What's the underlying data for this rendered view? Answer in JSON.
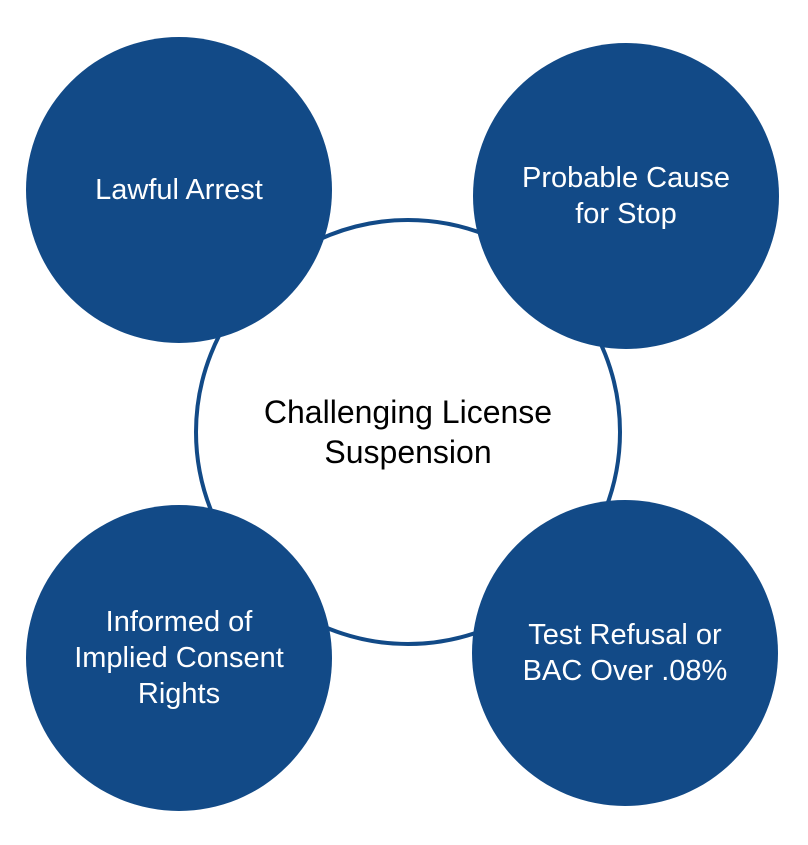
{
  "diagram": {
    "center": {
      "label": "Challenging License\nSuspension"
    },
    "nodes": [
      {
        "id": "top-left",
        "label": "Lawful Arrest"
      },
      {
        "id": "top-right",
        "label": "Probable Cause\nfor Stop"
      },
      {
        "id": "bottom-left",
        "label": "Informed of\nImplied Consent\nRights"
      },
      {
        "id": "bottom-right",
        "label": "Test Refusal or\nBAC Over .08%"
      }
    ]
  },
  "colors": {
    "node_fill": "#124a87",
    "ring_stroke": "#124a87",
    "node_text": "#ffffff",
    "center_text": "#000000",
    "background": "#ffffff"
  }
}
